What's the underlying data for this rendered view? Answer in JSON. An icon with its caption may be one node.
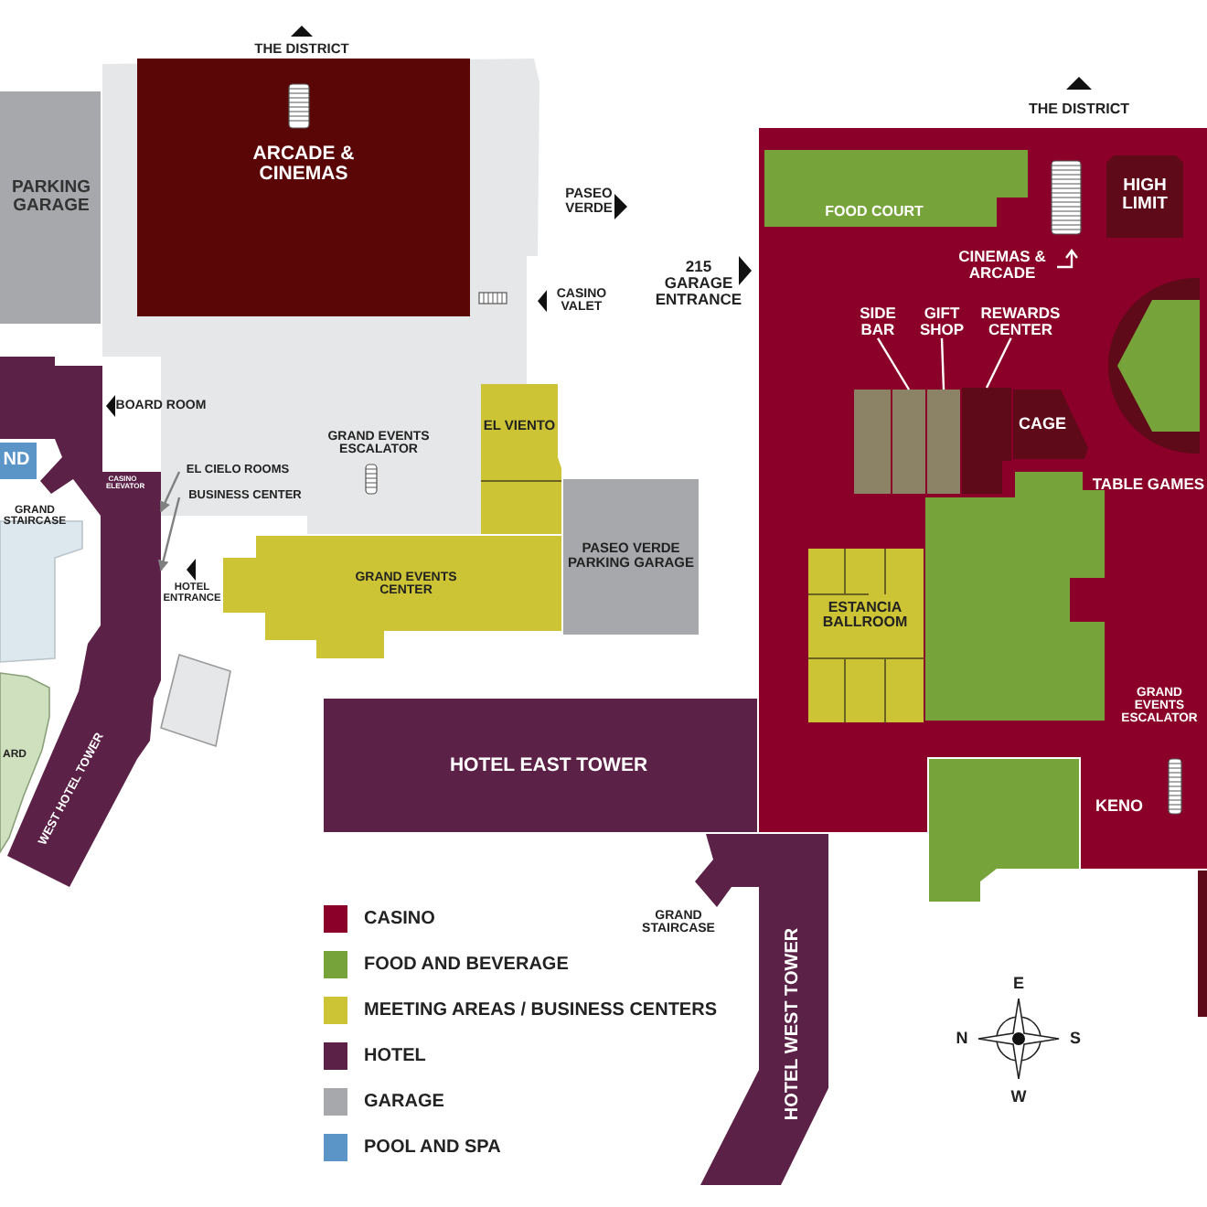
{
  "diagram": {
    "nodes": [
      {
        "text": [
          "PARKING GARAGE"
        ]
      },
      {
        "text": [
          "GRAND EVENTS ESCALATOR"
        ]
      },
      {
        "text": [
          "ARCADE & CINEMAS"
        ],
        "in": 1
      },
      {
        "text": [
          "EL VIENTO"
        ]
      },
      {
        "text": [
          "WEST HOTEL TOWER"
        ]
      },
      {
        "text": [
          "ND"
        ]
      },
      {
        "text": [
          "GRAND EVENTS CENTER"
        ]
      },
      {
        "text": [
          "PASEO VERDE PARKING GARAGE"
        ]
      },
      {
        "text": [
          "TABLE GAMES",
          "GRAND EVENTS ESCALATOR",
          "KENO"
        ]
      },
      {
        "text": [
          "FOOD COURT"
        ],
        "in": 8
      },
      {
        "text": [
          "HIGH LIMIT"
        ],
        "in": 8
      },
      {
        "text": [],
        "shape": "hexagon",
        "in": 8
      },
      {
        "text": [],
        "shape": "box",
        "in": 8
      },
      {
        "text": [],
        "shape": "box",
        "in": 8
      },
      {
        "text": [],
        "shape": "box",
        "in": 8
      },
      {
        "text": [],
        "shape": "box",
        "in": 8
      },
      {
        "text": [
          "CAGE"
        ],
        "in": 8
      },
      {
        "text": [],
        "shape": "box",
        "in": 8
      },
      {
        "text": [
          "ESTANCIA BALLROOM"
        ],
        "in": 8
      },
      {
        "text": [],
        "shape": "box"
      },
      {
        "text": [
          "HOTEL EAST TOWER"
        ]
      },
      {
        "text": [
          "HOTEL WEST TOWER"
        ]
      },
      {
        "text": [
          "SIDE BAR"
        ],
        "in": 8
      },
      {
        "text": [
          "GIFT SHOP"
        ],
        "in": 8
      },
      {
        "text": [
          "REWARDS CENTER"
        ],
        "in": 8
      },
      {
        "text": [
          "EL CIELO ROOMS"
        ],
        "in": 1
      },
      {
        "text": [
          "BUSINESS CENTER"
        ],
        "in": 1
      },
      {
        "text": [],
        "shape": "box"
      },
      {
        "text": [],
        "shape": "box"
      },
      {
        "text": [],
        "shape": "box"
      },
      {
        "text": [],
        "shape": "bar"
      }
    ],
    "edges": [
      {
        "from": 25,
        "to": 4,
        "arrow": "to",
        "color": "#808080"
      },
      {
        "from": 26,
        "to": 4,
        "arrow": "to",
        "color": "#808080"
      },
      {
        "from": 22,
        "to": 13,
        "arrow": "none"
      },
      {
        "from": 23,
        "to": 14,
        "arrow": "none"
      },
      {
        "from": 24,
        "to": 15,
        "arrow": "none"
      }
    ],
    "labels": [
      "THE DISTRICT",
      "PASEO VERDE",
      "CASINO VALET",
      "BOARD ROOM",
      "CASINO ELEVATOR",
      "GRAND STAIRCASE",
      "HOTEL ENTRANCE",
      "215 GARAGE ENTRANCE",
      "THE DISTRICT",
      "CINEMAS & ARCADE",
      "ARD",
      "GRAND STAIRCASE",
      "E",
      "N",
      "S",
      "W"
    ],
    "legend": [
      {
        "text": "CASINO",
        "color": "#8a0029"
      },
      {
        "text": "FOOD AND BEVERAGE",
        "color": "#76a33a"
      },
      {
        "text": "MEETING AREAS / BUSINESS CENTERS",
        "color": "#cdc435"
      },
      {
        "text": "HOTEL",
        "color": "#5b2147"
      },
      {
        "text": "GARAGE",
        "color": "#a6a8ab"
      },
      {
        "text": "POOL AND SPA",
        "color": "#5b95c8"
      }
    ]
  }
}
